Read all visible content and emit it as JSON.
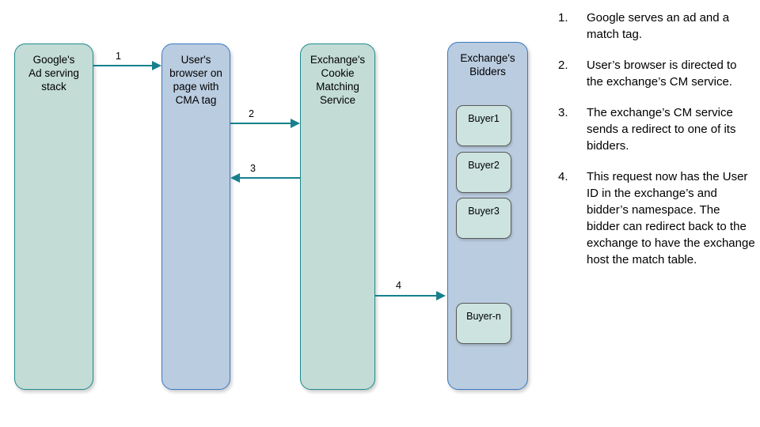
{
  "diagram": {
    "nodes": [
      {
        "id": "google-ad-serving-stack",
        "label": "Google's\nAd serving\nstack",
        "color": "green"
      },
      {
        "id": "users-browser",
        "label": "User's\nbrowser on\npage with\nCMA tag",
        "color": "blue"
      },
      {
        "id": "exchange-cookie-matching-service",
        "label": "Exchange's\nCookie\nMatching\nService",
        "color": "green"
      },
      {
        "id": "exchange-bidders",
        "label": "Exchange's\nBidders",
        "color": "blue"
      }
    ],
    "buyers": [
      {
        "id": "buyer1",
        "label": "Buyer1"
      },
      {
        "id": "buyer2",
        "label": "Buyer2"
      },
      {
        "id": "buyer3",
        "label": "Buyer3"
      },
      {
        "id": "buyer-n",
        "label": "Buyer-n"
      }
    ],
    "arrows": [
      {
        "id": "arrow-1",
        "label": "1",
        "direction": "right",
        "from": "google-ad-serving-stack",
        "to": "users-browser"
      },
      {
        "id": "arrow-2",
        "label": "2",
        "direction": "right",
        "from": "users-browser",
        "to": "exchange-cookie-matching-service"
      },
      {
        "id": "arrow-3",
        "label": "3",
        "direction": "left",
        "from": "exchange-cookie-matching-service",
        "to": "users-browser"
      },
      {
        "id": "arrow-4",
        "label": "4",
        "direction": "right",
        "from": "exchange-cookie-matching-service",
        "to": "exchange-bidders"
      }
    ],
    "colors": {
      "green_fill": "#c3dcd6",
      "green_border": "#1f8a8f",
      "blue_fill": "#bacce0",
      "blue_border": "#3b78c3",
      "buyer_fill": "#cce3df",
      "buyer_border": "#5a5a5a",
      "arrow": "#17808c",
      "background": "#ffffff",
      "text": "#000000"
    }
  },
  "steps": [
    {
      "number": "1.",
      "text": "Google serves an ad and a match tag."
    },
    {
      "number": "2.",
      "text": "User’s browser is directed to the exchange’s CM service."
    },
    {
      "number": "3.",
      "text": "The exchange’s CM service sends a redirect to one of its bidders."
    },
    {
      "number": "4.",
      "text": "This request now has the User ID in the exchange’s and bidder’s namespace. The bidder can redirect back to the exchange to have the exchange host the match table."
    }
  ]
}
